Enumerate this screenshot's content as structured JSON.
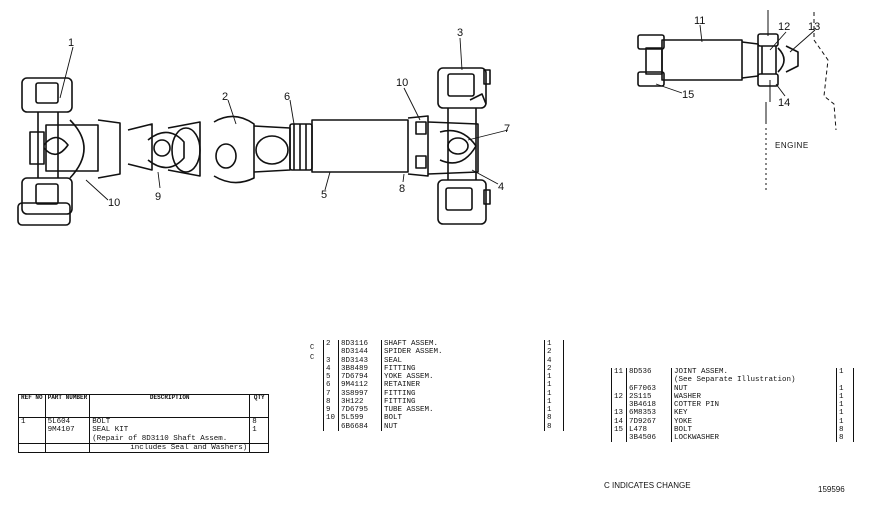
{
  "callouts": [
    "1",
    "2",
    "3",
    "4",
    "5",
    "6",
    "7",
    "8",
    "9",
    "10",
    "10",
    "11",
    "12",
    "13",
    "14",
    "15"
  ],
  "engine_label": "ENGINE",
  "table1": {
    "headers": {
      "ref": "REF NO",
      "part": "PART NUMBER",
      "desc": "DESCRIPTION",
      "qty": "QTY"
    },
    "rows": [
      {
        "ref": "1",
        "part": "5L604",
        "desc": "BOLT",
        "qty": "8"
      },
      {
        "ref": "",
        "part": "9M4107",
        "desc": "SEAL KIT",
        "qty": "1"
      },
      {
        "ref": "",
        "part": "",
        "desc": "(Repair of 8D3110 Shaft Assem.",
        "qty": ""
      },
      {
        "ref": "",
        "part": "",
        "desc": "includes Seal and Washers)",
        "qty": ""
      }
    ]
  },
  "table2": {
    "rows": [
      {
        "chg": "C",
        "ref": "2",
        "part": "8D3116",
        "desc": "SHAFT ASSEM.",
        "qty": "1"
      },
      {
        "chg": "C",
        "ref": "",
        "part": "8D3144",
        "desc": "SPIDER ASSEM.",
        "qty": "2"
      },
      {
        "chg": "",
        "ref": "3",
        "part": "8D3143",
        "desc": "SEAL",
        "qty": "4"
      },
      {
        "chg": "",
        "ref": "4",
        "part": "3B8489",
        "desc": "FITTING",
        "qty": "2"
      },
      {
        "chg": "",
        "ref": "5",
        "part": "7D6794",
        "desc": "YOKE ASSEM.",
        "qty": "1"
      },
      {
        "chg": "",
        "ref": "6",
        "part": "9M4112",
        "desc": "RETAINER",
        "qty": "1"
      },
      {
        "chg": "",
        "ref": "7",
        "part": "3S8997",
        "desc": "FITTING",
        "qty": "1"
      },
      {
        "chg": "",
        "ref": "8",
        "part": "3H122",
        "desc": "FITTING",
        "qty": "1"
      },
      {
        "chg": "",
        "ref": "9",
        "part": "7D6795",
        "desc": "TUBE ASSEM.",
        "qty": "1"
      },
      {
        "chg": "",
        "ref": "10",
        "part": "5L599",
        "desc": "BOLT",
        "qty": "8"
      },
      {
        "chg": "",
        "ref": "",
        "part": "6B6684",
        "desc": "NUT",
        "qty": "8"
      }
    ]
  },
  "table3": {
    "rows": [
      {
        "ref": "11",
        "part": "8D536",
        "desc": "JOINT ASSEM.",
        "qty": "1"
      },
      {
        "ref": "",
        "part": "",
        "desc": "(See Separate Illustration)",
        "qty": ""
      },
      {
        "ref": "",
        "part": "6F7063",
        "desc": "NUT",
        "qty": "1"
      },
      {
        "ref": "12",
        "part": "2S115",
        "desc": "WASHER",
        "qty": "1"
      },
      {
        "ref": "",
        "part": "3B4618",
        "desc": "COTTER PIN",
        "qty": "1"
      },
      {
        "ref": "13",
        "part": "6M8353",
        "desc": "KEY",
        "qty": "1"
      },
      {
        "ref": "14",
        "part": "7D9267",
        "desc": "YOKE",
        "qty": "1"
      },
      {
        "ref": "15",
        "part": "L478",
        "desc": "BOLT",
        "qty": "8"
      },
      {
        "ref": "",
        "part": "3B4506",
        "desc": "LOCKWASHER",
        "qty": "8"
      }
    ]
  },
  "footer": {
    "note": "C INDICATES CHANGE",
    "number": "159596"
  }
}
